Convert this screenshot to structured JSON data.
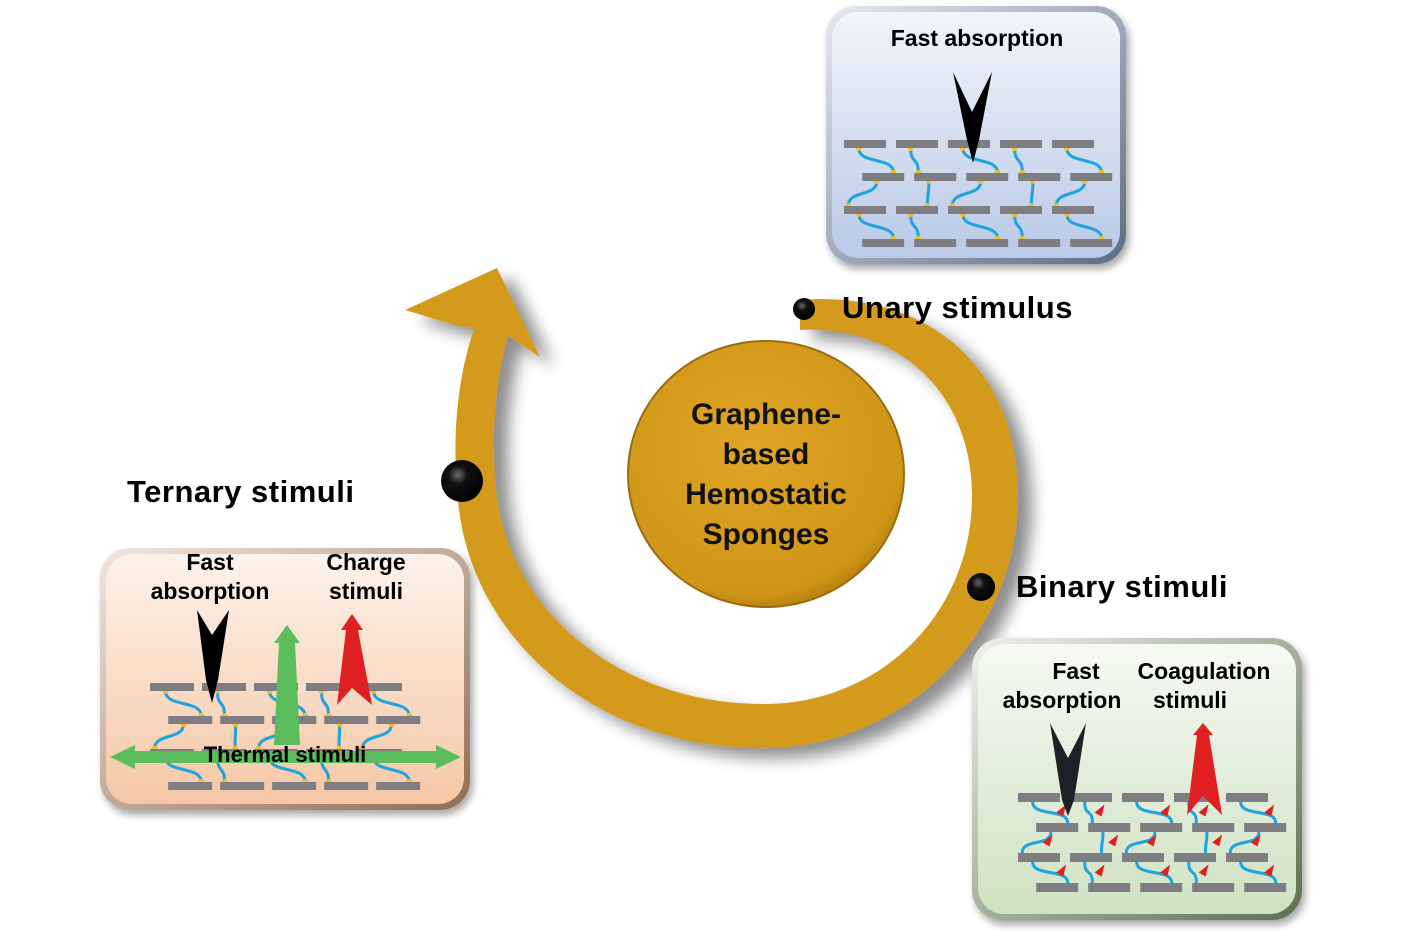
{
  "center": {
    "lines": [
      "Graphene-",
      "based",
      "Hemostatic",
      "Sponges"
    ]
  },
  "stages": [
    {
      "id": "unary",
      "label": "Unary stimulus"
    },
    {
      "id": "binary",
      "label": "Binary stimuli"
    },
    {
      "id": "ternary",
      "label": "Ternary stimuli"
    }
  ],
  "panels": {
    "unary": {
      "title": "Fast absorption",
      "background": "#c9d6ec"
    },
    "binary": {
      "left_label_1": "Fast",
      "left_label_2": "absorption",
      "right_label_1": "Coagulation",
      "right_label_2": "stimuli",
      "background": "#d7e6cc"
    },
    "ternary": {
      "left_label_1": "Fast",
      "left_label_2": "absorption",
      "right_label_1": "Charge",
      "right_label_2": "stimuli",
      "bottom_label": "Thermal stimuli",
      "background": "#f4d2b8"
    }
  },
  "colors": {
    "spiral": "#d39a1a",
    "center_circle": "#d79d1c",
    "sheet": "#7d7d82",
    "chain": "#1ea3dd",
    "node": "#f0c020",
    "absorption_arrow": "#000000",
    "charge_arrow": "#e02020",
    "thermal_arrow": "#5cbd5c",
    "coag_marker": "#e02020"
  }
}
